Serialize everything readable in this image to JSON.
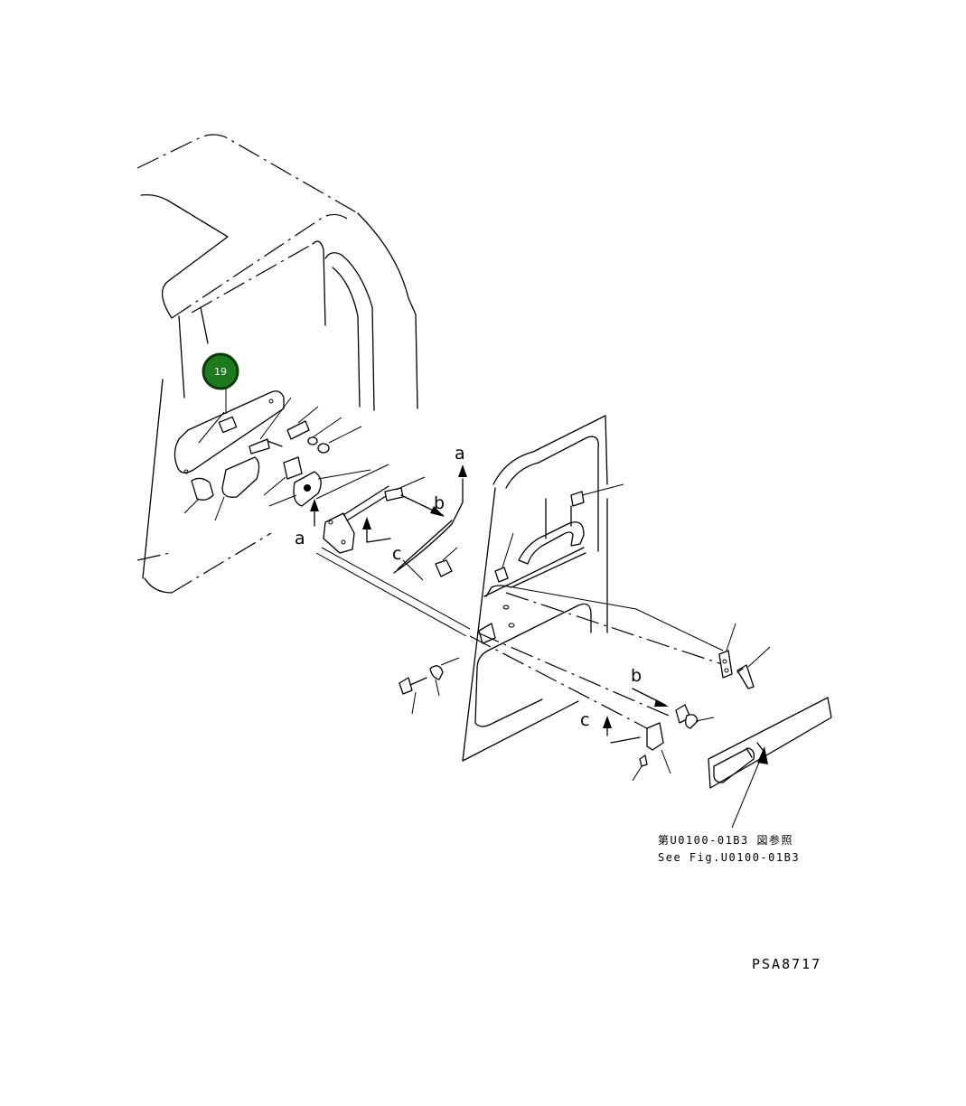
{
  "badge": {
    "number": "19",
    "fill": "#1f7a1f",
    "ring": "#0a3a0a"
  },
  "arrow_labels": {
    "a_upper": "a",
    "a_left": "a",
    "b_upper": "b",
    "b_lower": "b",
    "c_upper": "c",
    "c_lower": "c"
  },
  "reference": {
    "japanese": "第U0100-01B3 図参照",
    "english": "See Fig.U0100-01B3"
  },
  "drawing_code": "PSA8717"
}
